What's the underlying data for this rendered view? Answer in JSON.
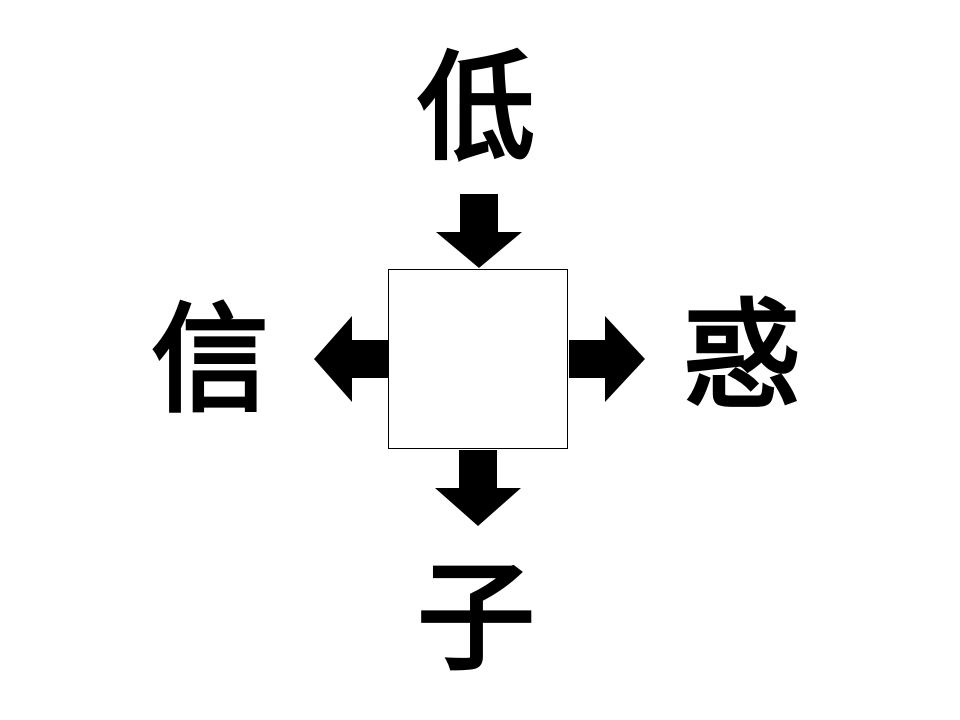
{
  "puzzle": {
    "top": "低",
    "left": "信",
    "right": "惑",
    "bottom": "子",
    "center": ""
  },
  "colors": {
    "ink": "#000000",
    "background": "#ffffff"
  }
}
